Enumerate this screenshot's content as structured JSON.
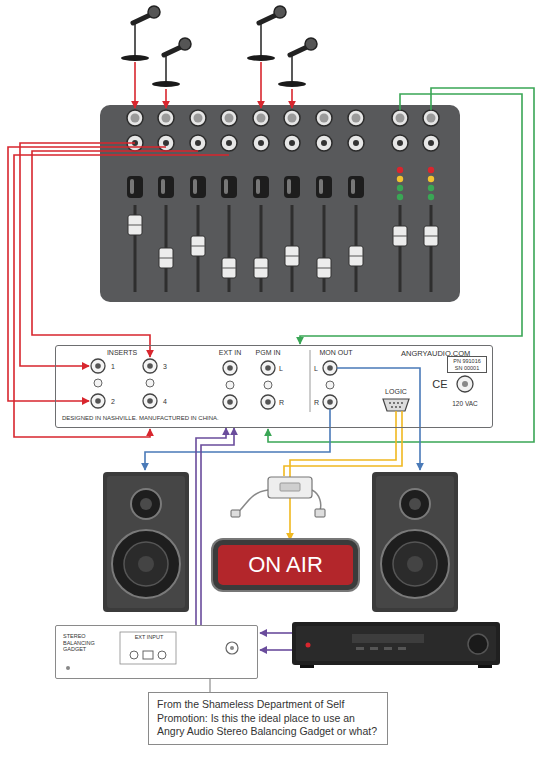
{
  "diagram": {
    "nodes": [
      {
        "text": [
          "ANGRYAUDIO.COM"
        ]
      },
      {
        "text": [
          "PN 991016 SN 00001"
        ],
        "in": 0
      },
      {
        "text": [
          "ON AIR"
        ]
      },
      {
        "text": [
          "STEREO BALANCING GADGET",
          "EXT INPUT"
        ]
      },
      {
        "text": [
          "From the Shameless Department of Self Promotion: Is this the ideal place to use an Angry Audio Stereo Balancing Gadget or what?"
        ]
      }
    ],
    "edges": [
      {
        "from": 3,
        "to": 0,
        "arrow": "to"
      },
      {
        "from": 3,
        "to": 0,
        "arrow": "to"
      },
      {
        "from": 0,
        "to": 2,
        "arrow": "to"
      },
      {
        "from": 4,
        "to": 3,
        "arrow": "none"
      }
    ],
    "labels": [
      "INSERTS",
      "1",
      "3",
      "2",
      "4",
      "EXT IN",
      "PGM IN",
      "L",
      "R",
      "MON OUT",
      "L",
      "R",
      "LOGIC",
      "CE",
      "120 VAC",
      "DESIGNED IN NASHVILLE. MANUFACTURED IN CHINA."
    ]
  }
}
